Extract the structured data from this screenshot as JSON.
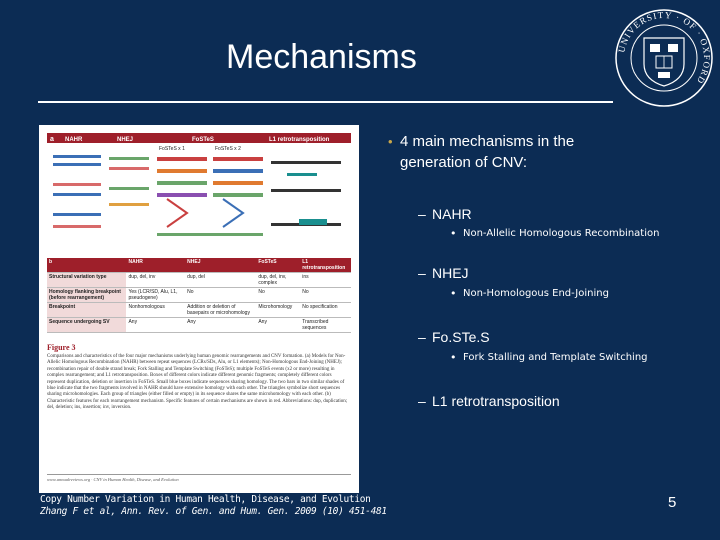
{
  "slide": {
    "title": "Mechanisms",
    "page_number": "5",
    "colors": {
      "background": "#0c2c54",
      "accent": "#c9a74a"
    }
  },
  "crest": {
    "ring_text": "UNIVERSITY · OF · OXFORD"
  },
  "figure": {
    "panel_a_label": "a",
    "panel_b_label": "b",
    "column_heads": [
      "NAHR",
      "NHEJ",
      "FoSTeS",
      "L1 retrotransposition"
    ],
    "fostes_sub": [
      "FoSTeS x 1",
      "FoSTeS x 2"
    ],
    "table": {
      "headers": [
        "",
        "NAHR",
        "NHEJ",
        "FoSTeS",
        "L1 retrotransposition"
      ],
      "rows": [
        [
          "Structural variation type",
          "dup, del, inv",
          "dup, del",
          "dup, del, inv, complex",
          "ins"
        ],
        [
          "Homology flanking breakpoint (before rearrangement)",
          "Yes (LCR/SD, Alu, L1, pseudogene)",
          "No",
          "No",
          "No"
        ],
        [
          "Breakpoint",
          "Nonhomologous",
          "Addition or deletion of basepairs or microhomology",
          "Microhomology",
          "No specification"
        ],
        [
          "Sequence undergoing SV",
          "Any",
          "Any",
          "Any",
          "Transcribed sequences"
        ]
      ]
    },
    "caption_title": "Figure 3",
    "caption": "Comparisons and characteristics of the four major mechanisms underlying human genomic rearrangements and CNV formation. (a) Models for Non-Allelic Homologous Recombination (NAHR) between repeat sequences (LCRs/SDs, Alu, or L1 elements); Non-Homologous End-Joining (NHEJ); recombination repair of double strand break; Fork Stalling and Template Switching (FoSTeS); multiple FoSTeS events (x2 or more) resulting in complex rearrangement; and L1 retrotransposition. Boxes of different colors indicate different genomic fragments; completely different colors represent duplication, deletion or insertion in FoSTeS. Small blue boxes indicate sequences sharing homology. The two bars in two similar shades of blue indicate that the two fragments involved in NAHR should have extensive homology with each other. The triangles symbolize short sequences sharing microhomologies. Each group of triangles (either filled or empty) in its sequence shares the same microhomology with each other. (b) Characteristic features for each rearrangement mechanism. Specific features of certain mechanisms are shown in red. Abbreviations: dup, duplication; del, deletion; ins, insertion; inv, inversion.",
    "footer": "www.annualreviews.org · CNV in Human Health, Disease, and Evolution"
  },
  "citation": {
    "line1": "Copy Number Variation in Human Health, Disease, and Evolution",
    "line2": "Zhang F et al, Ann. Rev. of Gen. and Hum. Gen. 2009 (10) 451-481"
  },
  "bullets": {
    "main": "4 main mechanisms in the generation of CNV:",
    "items": [
      {
        "label": "NAHR",
        "sub": "Non-Allelic Homologous Recombination"
      },
      {
        "label": "NHEJ",
        "sub": "Non-Homologous End-Joining"
      },
      {
        "label": "Fo.STe.S",
        "sub": "Fork Stalling and Template Switching"
      },
      {
        "label": "L1 retrotransposition",
        "sub": ""
      }
    ]
  }
}
